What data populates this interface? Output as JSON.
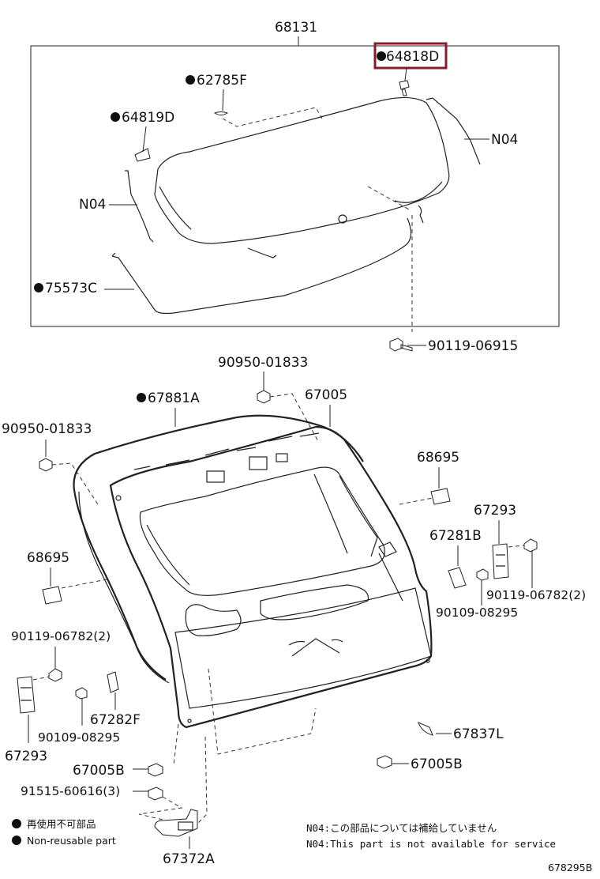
{
  "highlight_color": "#8b1a2b",
  "labels": {
    "glass_assembly": "68131",
    "clip_highlighted": "64818D",
    "clip_62785F": "62785F",
    "clip_64819D": "64819D",
    "wire_right": "N04",
    "wire_left": "N04",
    "weatherstrip_glass": "75573C",
    "bolt_90119_06915": "90119-06915",
    "nut_top_center": "90950-01833",
    "nut_left": "90950-01833",
    "weatherstrip_door": "67881A",
    "back_door_panel": "67005",
    "cushion_right": "68695",
    "cushion_left": "68695",
    "hinge_right": "67293",
    "stopper_right": "67281B",
    "bolt_right_hinge": "90119-06782(2)",
    "screw_right": "90109-08295",
    "bolt_left_hinge": "90119-06782(2)",
    "hinge_left": "67293",
    "screw_left": "90109-08295",
    "stopper_left": "67282F",
    "cover_right": "67837L",
    "plug_left": "67005B",
    "plug_right": "67005B",
    "screw_bottom": "91515-60616(3)",
    "lock_bracket": "67372A"
  },
  "legend": {
    "jp": "再使用不可部品",
    "en": "Non-reusable part"
  },
  "notes": {
    "jp": "N04:この部品については補給していません",
    "en": "N04:This part is not available for service"
  },
  "diagram_id": "678295B"
}
